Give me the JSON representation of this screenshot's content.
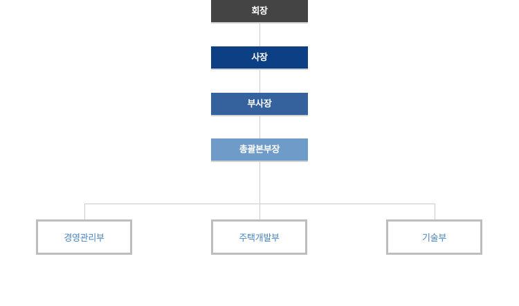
{
  "org_chart": {
    "executives": [
      {
        "label": "회장",
        "color": "#444444"
      },
      {
        "label": "사장",
        "color": "#0c3f84"
      },
      {
        "label": "부사장",
        "color": "#35629d"
      },
      {
        "label": "총괄본부장",
        "color": "#6f9bc9"
      }
    ],
    "departments": [
      {
        "label": "경영관리부"
      },
      {
        "label": "주택개발부"
      },
      {
        "label": "기술부"
      }
    ],
    "colors": {
      "connector": "#cccccc",
      "department_border": "#bdbdbd",
      "department_text": "#4a85c4"
    }
  }
}
